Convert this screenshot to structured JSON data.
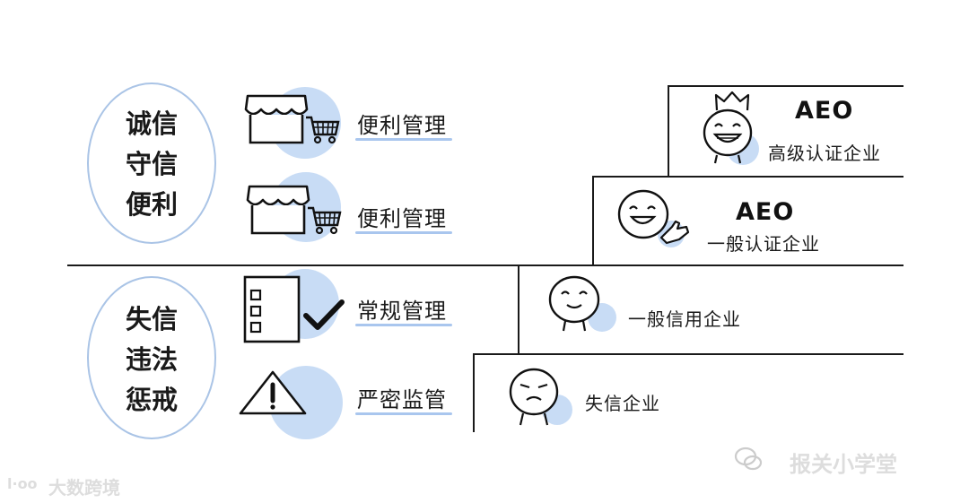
{
  "left_groups": {
    "top": [
      "诚信",
      "守信",
      "便利"
    ],
    "bottom": [
      "失信",
      "违法",
      "惩戒"
    ]
  },
  "middle_labels": {
    "row1": "便利管理",
    "row2": "便利管理",
    "row3": "常规管理",
    "row4": "严密监管"
  },
  "tiers": {
    "t1_badge": "AEO",
    "t1_label": "高级认证企业",
    "t2_badge": "AEO",
    "t2_label": "一般认证企业",
    "t3_label": "一般信用企业",
    "t4_label": "失信企业"
  },
  "watermarks": {
    "right": "报关小学堂",
    "left": "大数跨境"
  },
  "icons": [
    "shop-icon",
    "shopping-cart-icon",
    "checklist-icon",
    "checkmark-icon",
    "warning-triangle-icon",
    "crown-icon",
    "grin-face-icon",
    "smile-face-icon",
    "sad-face-icon"
  ],
  "colors": {
    "accent": "#c8dcf5",
    "line": "#1a1a1a",
    "ellipse_border": "#aac4e6"
  }
}
